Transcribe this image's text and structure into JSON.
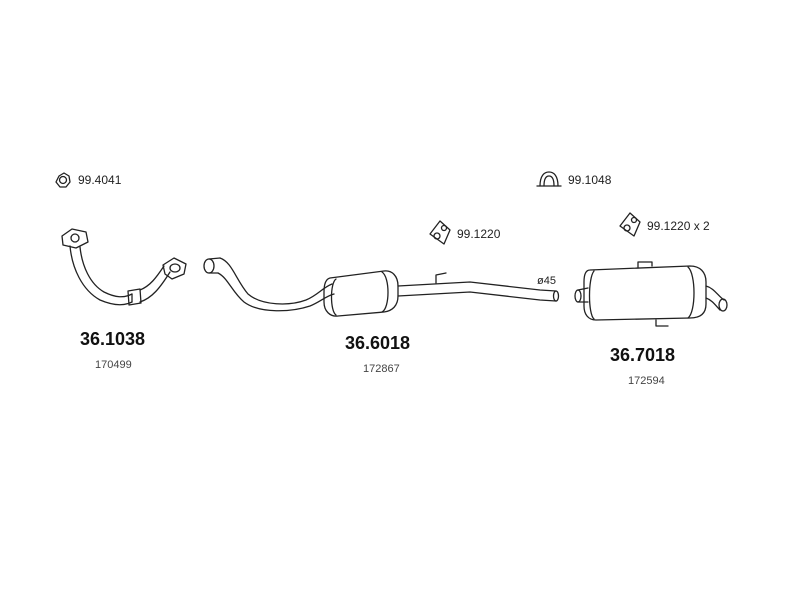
{
  "accessories": {
    "gasket_front": {
      "code": "99.4041",
      "icon": "ring-gasket-icon"
    },
    "clamp": {
      "code": "99.1048",
      "icon": "clamp-icon"
    },
    "hanger_middle": {
      "code": "99.1220",
      "icon": "rubber-hanger-icon"
    },
    "hanger_rear": {
      "code": "99.1220 x 2",
      "icon": "rubber-hanger-icon"
    }
  },
  "parts": [
    {
      "id": "front-pipe",
      "part_number": "36.1038",
      "oem_number": "170499",
      "icon": "front-pipe-drawing"
    },
    {
      "id": "middle-silencer",
      "part_number": "36.6018",
      "oem_number": "172867",
      "icon": "middle-silencer-drawing"
    },
    {
      "id": "rear-silencer",
      "part_number": "36.7018",
      "oem_number": "172594",
      "icon": "rear-silencer-drawing"
    }
  ],
  "dimensions": {
    "pipe_diameter": "ø45"
  },
  "colors": {
    "line": "#222222",
    "background": "#ffffff"
  }
}
